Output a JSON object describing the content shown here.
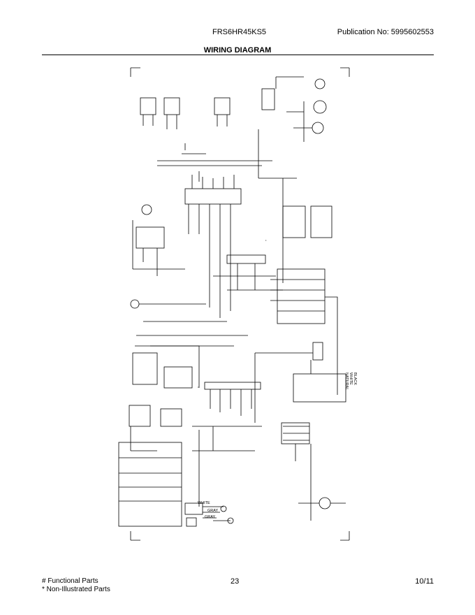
{
  "header": {
    "model": "FRS6HR45KS5",
    "publication": "Publication No:  5995602553"
  },
  "title": "WIRING DIAGRAM",
  "diagram": {
    "wire_labels": [
      "WHITE",
      "GRAY",
      "GRAY",
      "BLACK",
      "WHITE",
      "NATURAL"
    ]
  },
  "footer": {
    "functional": "# Functional Parts",
    "non_illustrated": "* Non-Illustrated Parts",
    "page": "23",
    "date": "10/11"
  }
}
